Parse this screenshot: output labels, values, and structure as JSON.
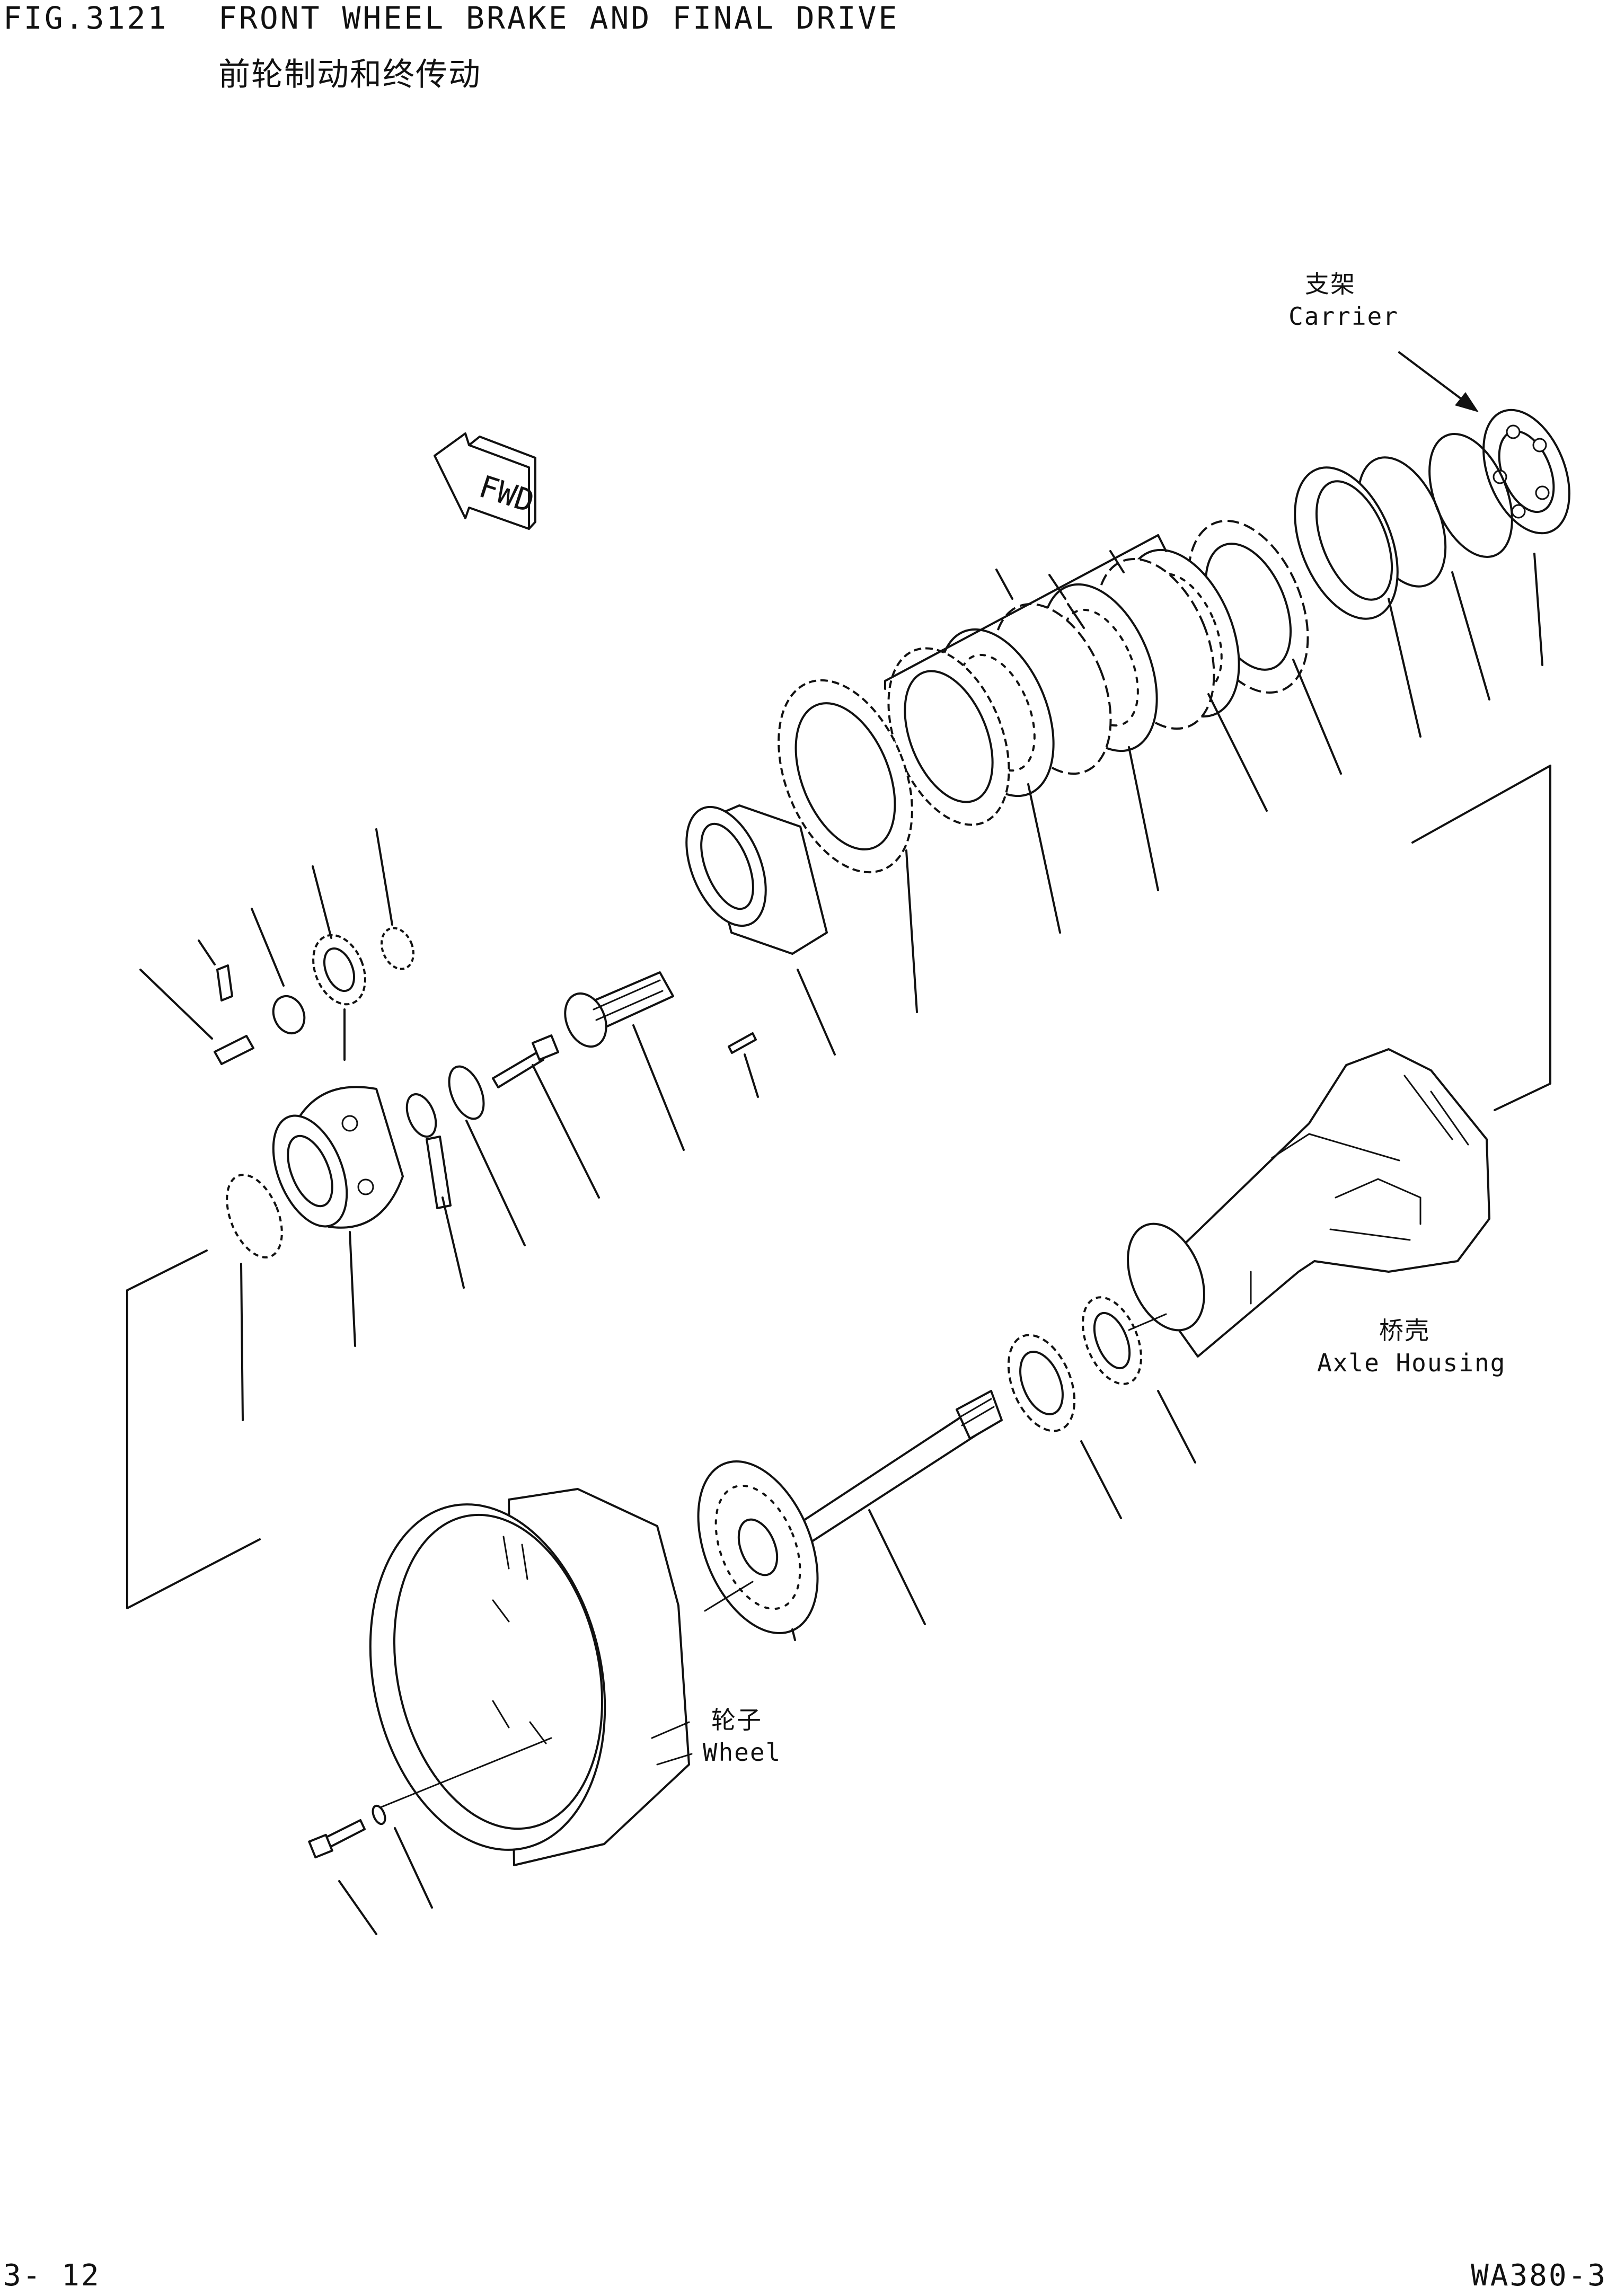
{
  "header": {
    "fig_number": "FIG.3121",
    "title_en": "FRONT WHEEL BRAKE AND FINAL DRIVE",
    "title_cn": "前轮制动和终传动"
  },
  "labels": {
    "carrier_cn": "支架",
    "carrier_en": "Carrier",
    "axle_housing_cn": "桥壳",
    "axle_housing_en": "Axle Housing",
    "wheel_cn": "轮子",
    "wheel_en": "Wheel",
    "fwd_arrow": "FWD"
  },
  "footer": {
    "page_number": "3- 12",
    "model": "WA380-3"
  }
}
